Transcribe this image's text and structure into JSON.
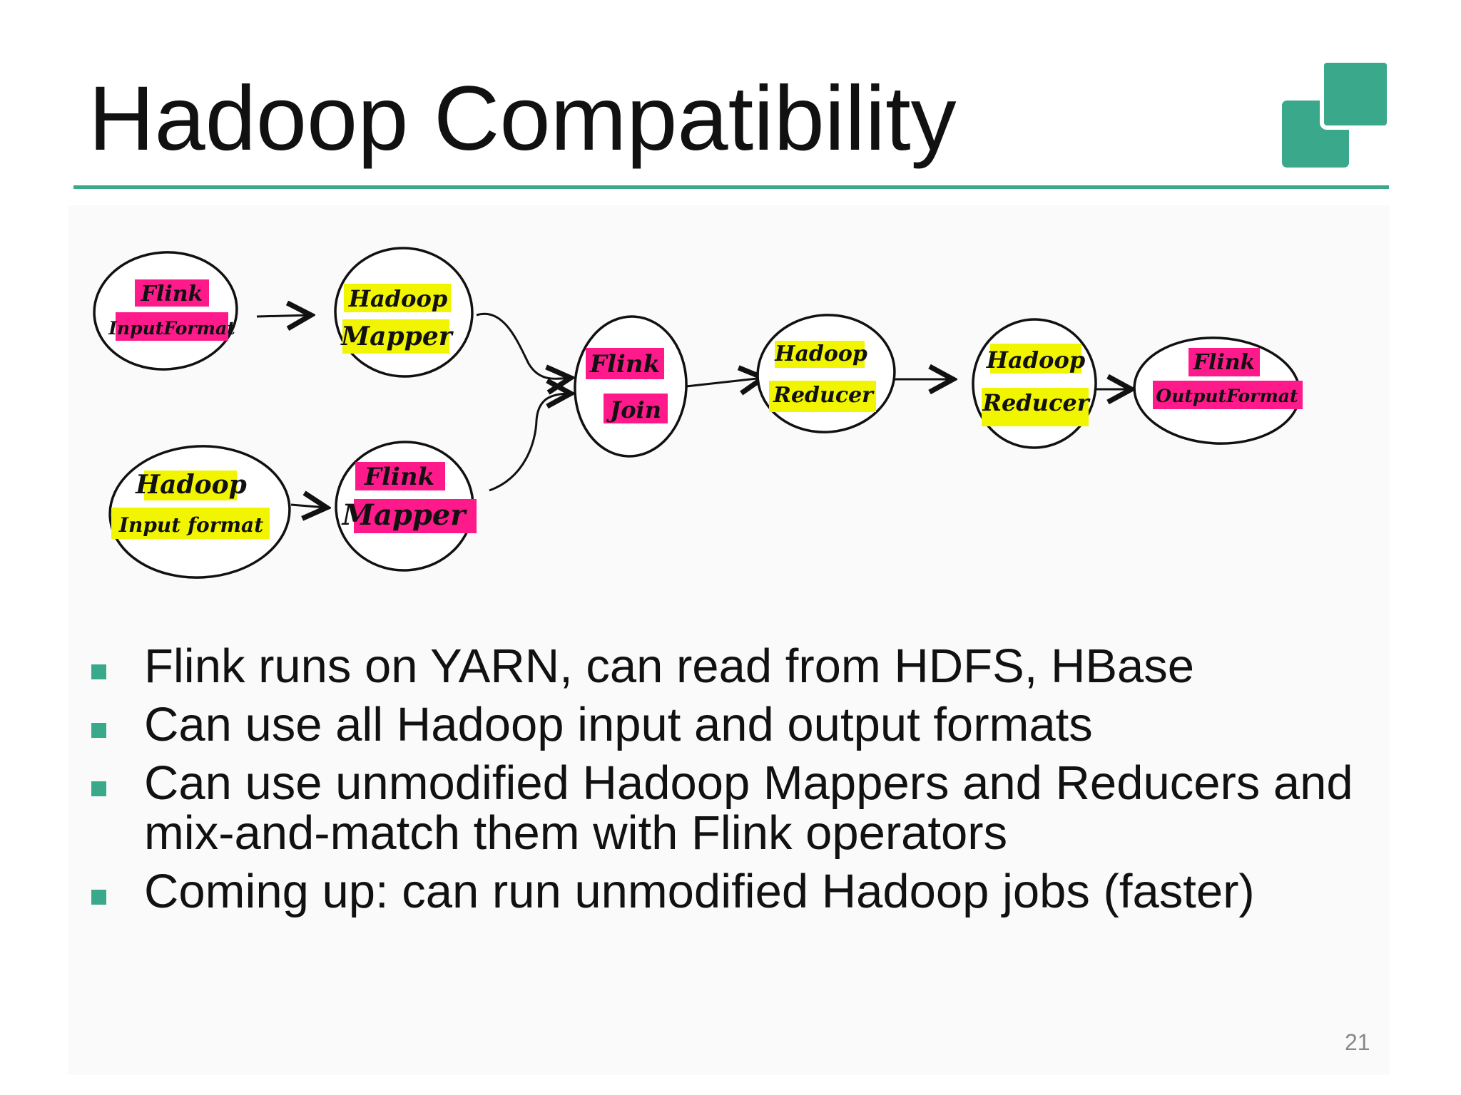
{
  "slide": {
    "title": "Hadoop Compatibility",
    "page_number": "21",
    "accent_color": "#3aa88a",
    "highlight_colors": {
      "flink": "#ff1a8c",
      "hadoop": "#f2f500"
    }
  },
  "diagram": {
    "nodes": [
      {
        "id": "flink-inputformat",
        "line1": "Flink",
        "line2": "InputFormat",
        "highlight": "flink"
      },
      {
        "id": "hadoop-mapper",
        "line1": "Hadoop",
        "line2": "Mapper",
        "highlight": "hadoop"
      },
      {
        "id": "hadoop-inputformat",
        "line1": "Hadoop",
        "line2": "Input format",
        "highlight": "hadoop"
      },
      {
        "id": "flink-mapper",
        "line1": "Flink",
        "line2": "Mapper",
        "highlight": "flink"
      },
      {
        "id": "flink-join",
        "line1": "Flink",
        "line2": "Join",
        "highlight": "flink"
      },
      {
        "id": "hadoop-reducer-1",
        "line1": "Hadoop",
        "line2": "Reducer",
        "highlight": "hadoop"
      },
      {
        "id": "hadoop-reducer-2",
        "line1": "Hadoop",
        "line2": "Reducer",
        "highlight": "hadoop"
      },
      {
        "id": "flink-outputformat",
        "line1": "Flink",
        "line2": "OutputFormat",
        "highlight": "flink"
      }
    ]
  },
  "bullets": [
    "Flink runs on YARN, can read from HDFS, HBase",
    "Can use all Hadoop input and output formats",
    "Can use unmodified Hadoop Mappers and Reducers and mix-and-match them with Flink operators",
    "Coming up: can run unmodified Hadoop jobs (faster)"
  ]
}
